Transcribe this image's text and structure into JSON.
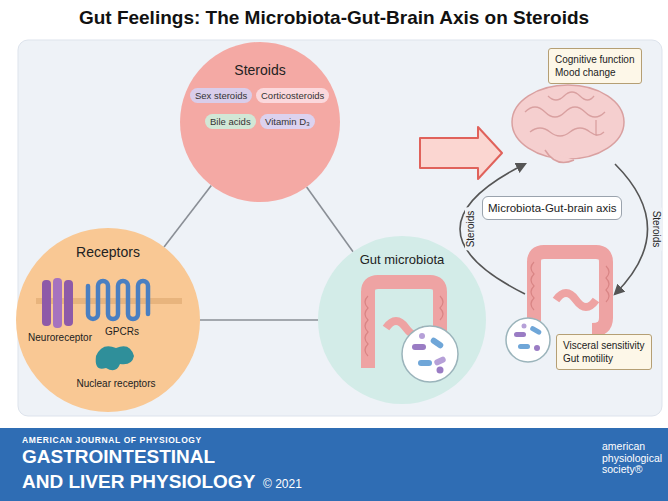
{
  "diagram": {
    "title": "Gut Feelings: The Microbiota-Gut-Brain Axis on Steroids",
    "nodes": [
      {
        "text": [
          "Steroids"
        ]
      },
      {
        "text": [
          "Sex steroids"
        ],
        "in": 0
      },
      {
        "text": [
          "Corticosteroids"
        ],
        "in": 0
      },
      {
        "text": [
          "Bile acids"
        ],
        "in": 0
      },
      {
        "text": [
          "Vitamin D₃"
        ],
        "in": 0
      },
      {
        "text": [
          "Receptors"
        ]
      },
      {
        "text": [
          "Gut microbiota"
        ]
      },
      {
        "text": [
          "Cognitive function",
          "Mood change"
        ]
      },
      {
        "text": [
          "Microbiota-Gut-brain axis"
        ]
      },
      {
        "text": [
          "Visceral sensitivity",
          "Gut motility"
        ]
      },
      {
        "text": [
          "AMERICAN JOURNAL OF PHYSIOLOGY",
          "GASTROINTESTINAL",
          "AND LIVER PHYSIOLOGY",
          "© 2021",
          "american physiological society®"
        ]
      }
    ],
    "edges": [
      {
        "from": 0,
        "to": 5,
        "arrow": "none"
      },
      {
        "from": 0,
        "to": 6,
        "arrow": "none"
      },
      {
        "from": 5,
        "to": 6,
        "arrow": "none"
      }
    ],
    "labels": [
      "Neuroreceptor",
      "GPCRs",
      "Nuclear receptors",
      "Steroids",
      "Steroids"
    ]
  }
}
